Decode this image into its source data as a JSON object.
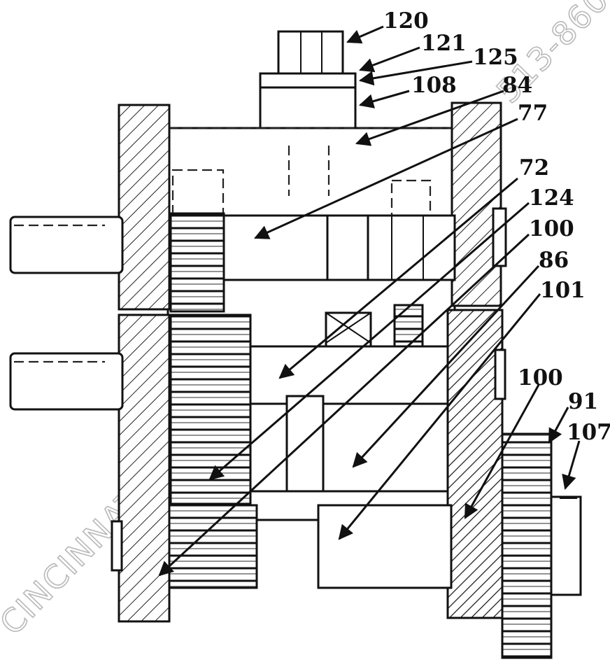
{
  "watermark": {
    "main": "CINCINNATI PRECISION MACHINERY",
    "phone": "513-860"
  },
  "callouts": [
    {
      "id": "120",
      "label": "120"
    },
    {
      "id": "121",
      "label": "121"
    },
    {
      "id": "125",
      "label": "125"
    },
    {
      "id": "108",
      "label": "108"
    },
    {
      "id": "84",
      "label": "84"
    },
    {
      "id": "77",
      "label": "77"
    },
    {
      "id": "72",
      "label": "72"
    },
    {
      "id": "124",
      "label": "124"
    },
    {
      "id": "100a",
      "label": "100"
    },
    {
      "id": "86",
      "label": "86"
    },
    {
      "id": "101",
      "label": "101"
    },
    {
      "id": "100b",
      "label": "100"
    },
    {
      "id": "91",
      "label": "91"
    },
    {
      "id": "107",
      "label": "107"
    }
  ]
}
